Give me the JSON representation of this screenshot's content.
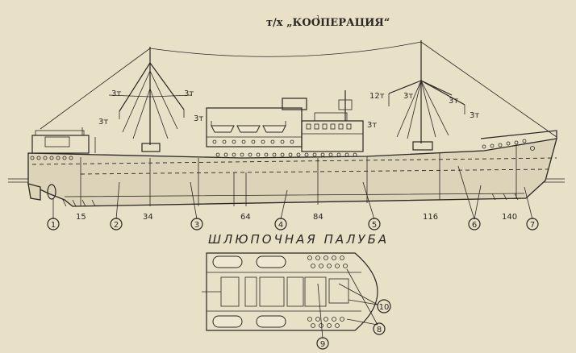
{
  "title": "т/х „КООПЕРАЦИЯ“",
  "title_superscript": "1",
  "deck_label": "ШЛЮПОЧНАЯ ПАЛУБА",
  "cargo_labels": {
    "l1": "3т",
    "l2": "3т",
    "l3": "3т",
    "l4": "3т",
    "r1": "12т",
    "r2": "3т",
    "r3": "3т",
    "r4": "3т",
    "r5": "3т"
  },
  "frames": [
    "15",
    "34",
    "64",
    "84",
    "116",
    "140"
  ],
  "callouts": [
    "1",
    "2",
    "3",
    "4",
    "5",
    "6",
    "7",
    "8",
    "9",
    "10"
  ]
}
